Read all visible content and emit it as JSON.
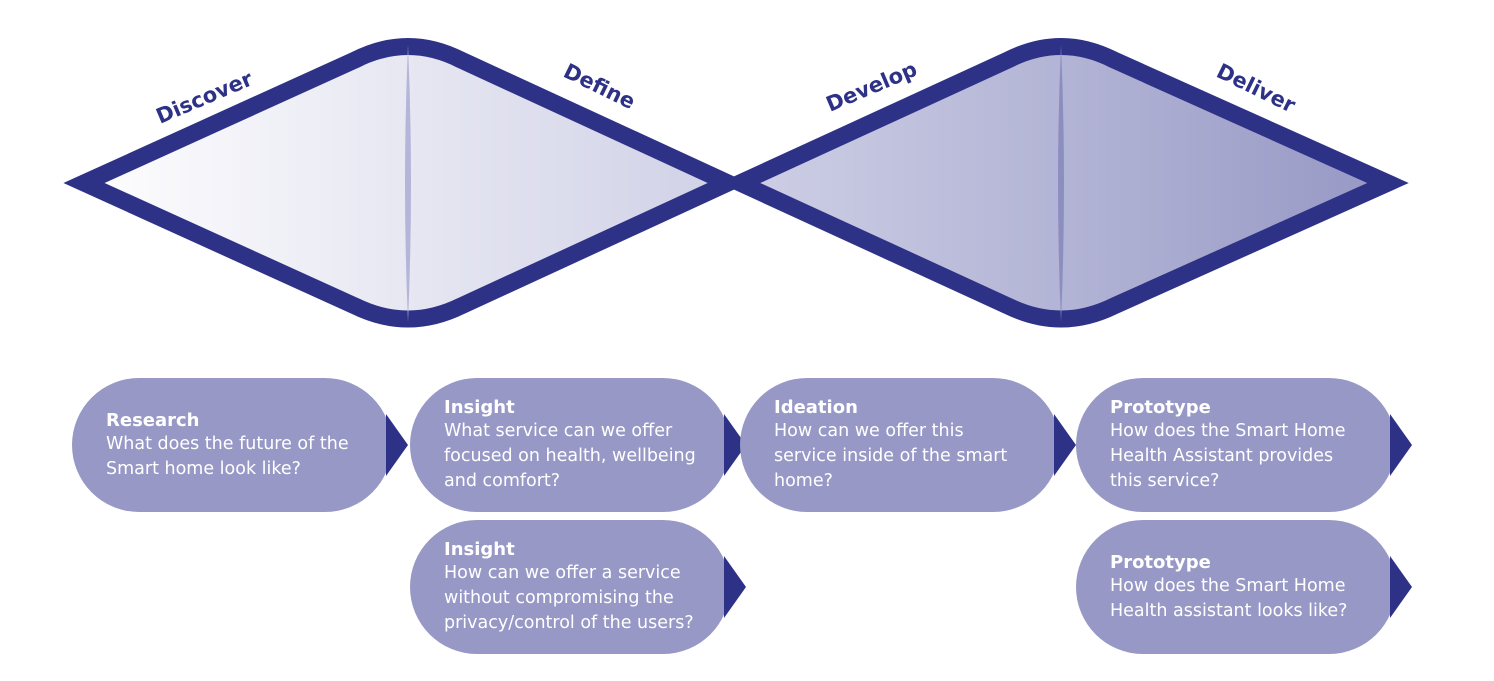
{
  "phases": [
    {
      "label": "Discover"
    },
    {
      "label": "Define"
    },
    {
      "label": "Develop"
    },
    {
      "label": "Deliver"
    }
  ],
  "cards": [
    {
      "title": "Research",
      "lines": [
        "What does the future of the",
        "Smart home look like?"
      ]
    },
    {
      "title": "Insight",
      "lines": [
        "What service can we offer",
        "focused on health, wellbeing",
        "and comfort?"
      ]
    },
    {
      "title": "Insight",
      "lines": [
        "How can we offer a service",
        "without compromising the",
        "privacy/control of the users?"
      ]
    },
    {
      "title": "Ideation",
      "lines": [
        "How can we offer this",
        "service inside of the smart",
        "home?"
      ]
    },
    {
      "title": "Prototype",
      "lines": [
        "How does the Smart Home",
        "Health Assistant provides",
        "this service?"
      ]
    },
    {
      "title": "Prototype",
      "lines": [
        "How does the Smart Home",
        "Health assistant looks like?"
      ]
    }
  ],
  "colors": {
    "outline": "#2e3287",
    "card_fill": "#9798c6",
    "card_text": "#ffffff",
    "gradient_start": "#ffffff",
    "gradient_end": "#9597c4"
  }
}
